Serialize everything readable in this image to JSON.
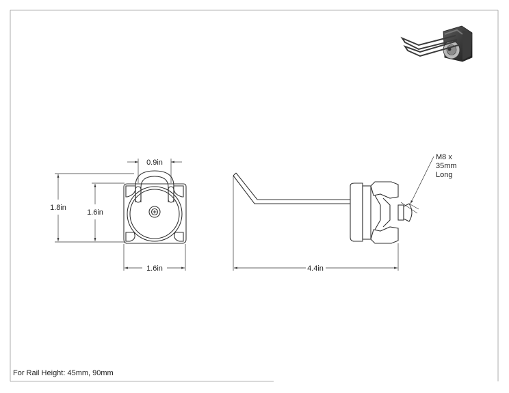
{
  "dimensions": {
    "front_slot_spacing": "0.9in",
    "front_outer_height": "1.8in",
    "front_inner_height": "1.6in",
    "front_width": "1.6in",
    "side_length": "4.4in"
  },
  "note": {
    "line1": "M8 x",
    "line2": "35mm",
    "line3": "Long"
  },
  "footer": {
    "text": "For Rail Height: 45mm, 90mm"
  }
}
